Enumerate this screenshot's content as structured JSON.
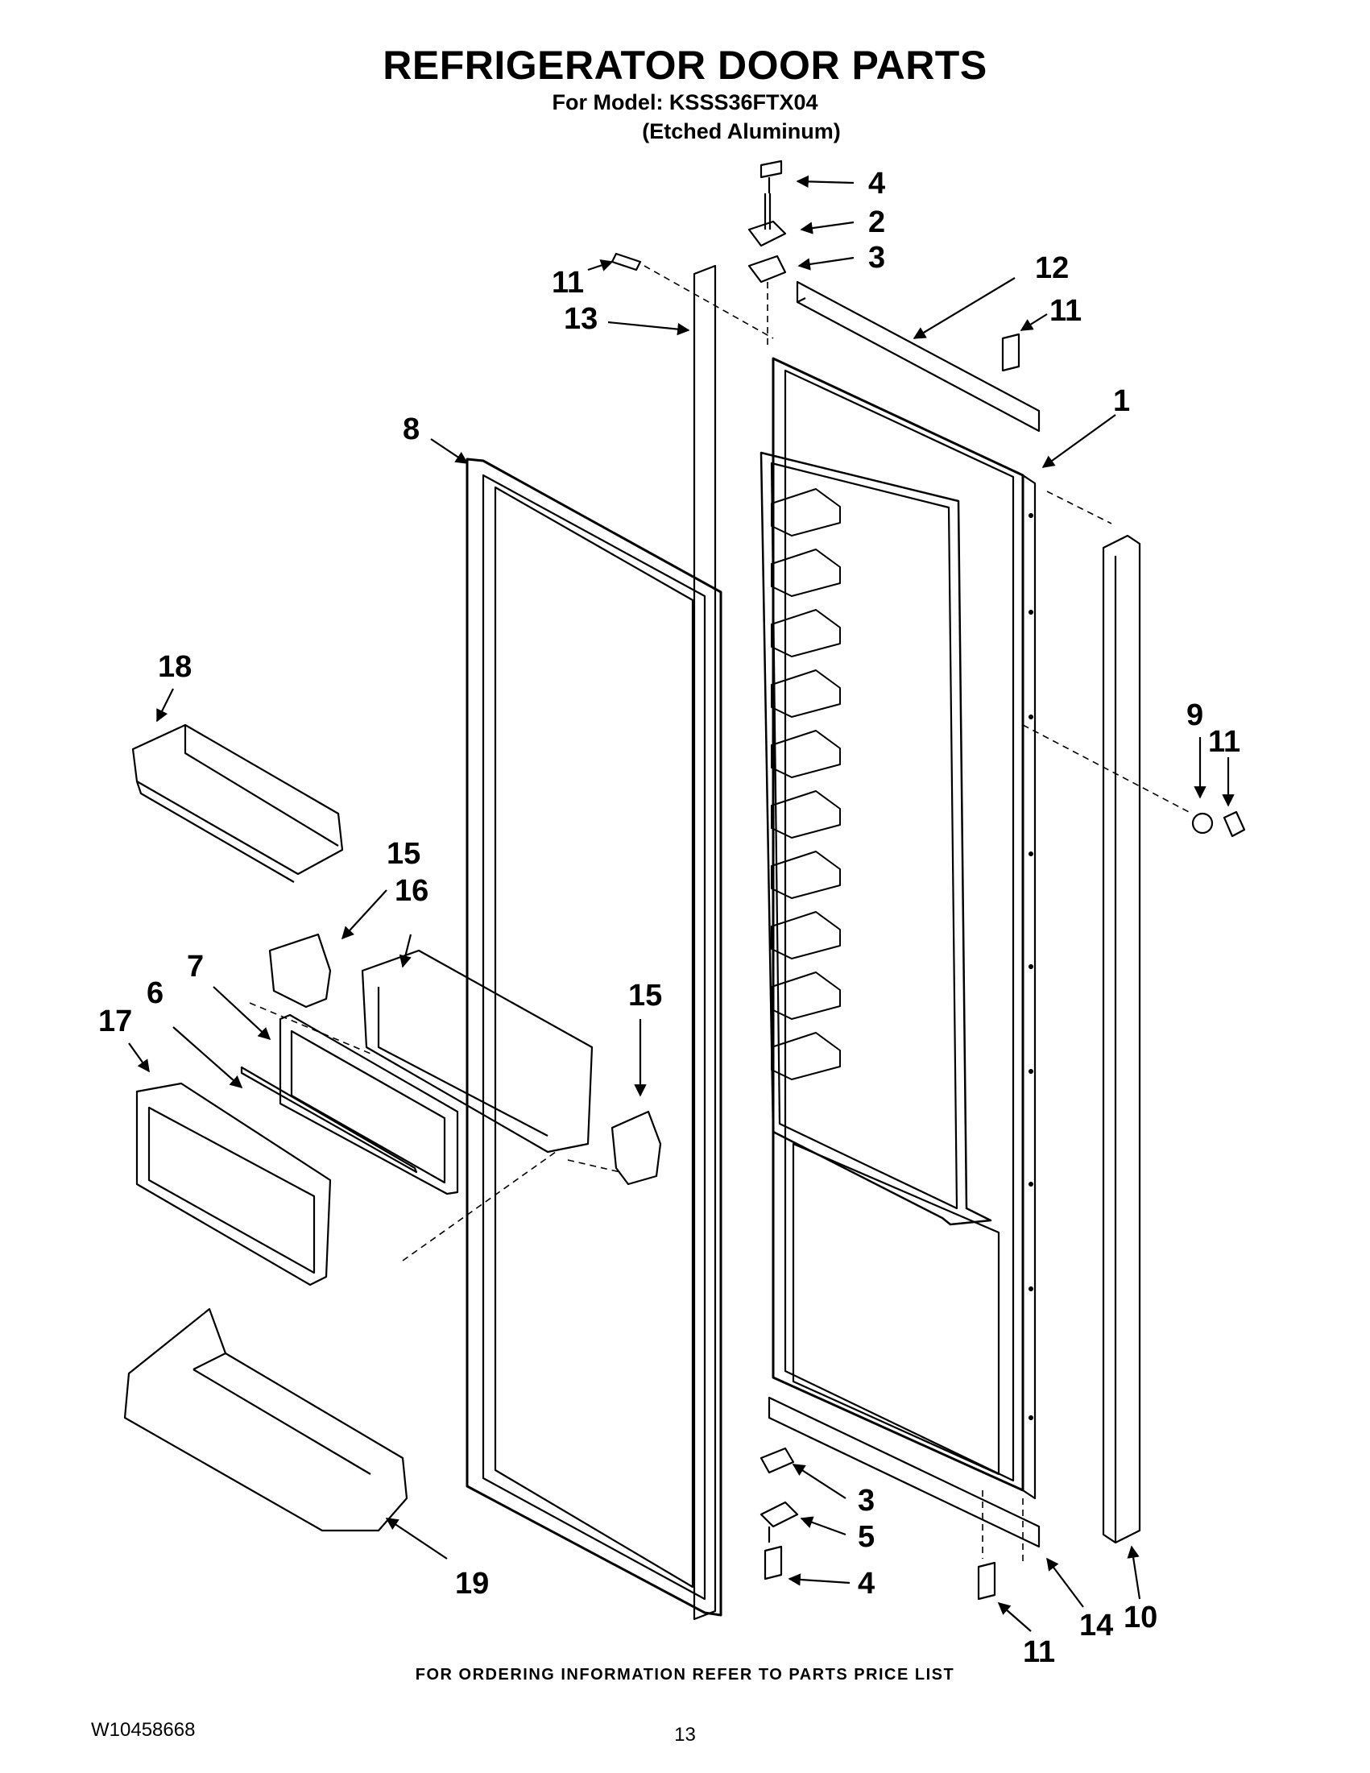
{
  "header": {
    "title": "REFRIGERATOR DOOR PARTS",
    "model_line": "For Model: KSSS36FTX04",
    "finish_line": "(Etched Aluminum)"
  },
  "callouts": [
    "4",
    "2",
    "3",
    "11",
    "12",
    "13",
    "11",
    "1",
    "8",
    "18",
    "9",
    "11",
    "15",
    "16",
    "7",
    "6",
    "17",
    "15",
    "3",
    "5",
    "4",
    "19",
    "11",
    "14",
    "10"
  ],
  "footer": {
    "ordering_note": "FOR ORDERING INFORMATION REFER TO PARTS PRICE LIST",
    "document_number": "W10458668",
    "page_number": "13"
  }
}
